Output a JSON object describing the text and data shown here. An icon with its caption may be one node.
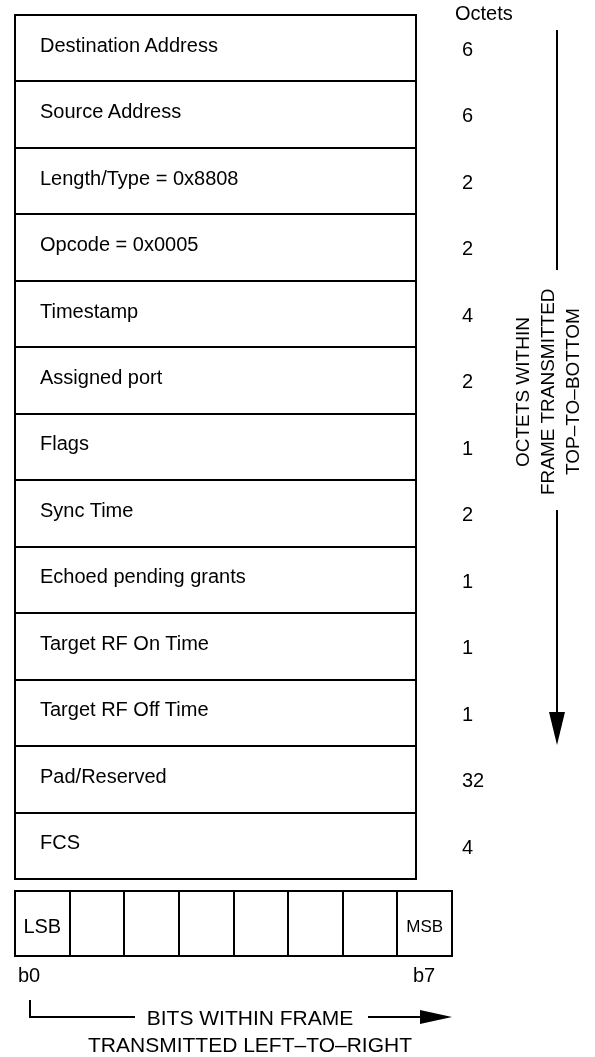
{
  "diagram": {
    "nodes": [
      {
        "text": [
          "Destination Address"
        ],
        "beside": [
          "6"
        ]
      },
      {
        "text": [
          "Source Address"
        ],
        "beside": [
          "6"
        ]
      },
      {
        "text": [
          "Length/Type = 0x8808"
        ],
        "beside": [
          "2"
        ]
      },
      {
        "text": [
          "Opcode = 0x0005"
        ],
        "beside": [
          "2"
        ]
      },
      {
        "text": [
          "Timestamp"
        ],
        "beside": [
          "4"
        ]
      },
      {
        "text": [
          "Assigned port"
        ],
        "beside": [
          "2"
        ]
      },
      {
        "text": [
          "Flags"
        ],
        "beside": [
          "1"
        ]
      },
      {
        "text": [
          "Sync Time"
        ],
        "beside": [
          "2"
        ]
      },
      {
        "text": [
          "Echoed pending grants"
        ],
        "beside": [
          "1"
        ]
      },
      {
        "text": [
          "Target RF On Time"
        ],
        "beside": [
          "1"
        ]
      },
      {
        "text": [
          "Target RF Off Time"
        ],
        "beside": [
          "1"
        ]
      },
      {
        "text": [
          "Pad/Reserved"
        ],
        "beside": [
          "32"
        ]
      },
      {
        "text": [
          "FCS"
        ],
        "beside": [
          "4"
        ]
      },
      {
        "text": [
          "LSB"
        ]
      },
      {
        "text": [],
        "shape": "box"
      },
      {
        "text": [],
        "shape": "box"
      },
      {
        "text": [],
        "shape": "box"
      },
      {
        "text": [],
        "shape": "box"
      },
      {
        "text": [],
        "shape": "box"
      },
      {
        "text": [],
        "shape": "box"
      },
      {
        "text": [
          "MSB"
        ]
      }
    ],
    "edges": [],
    "labels": [
      "Octets",
      "OCTETS WITHIN FRAME TRANSMITTED TOP–TO–BOTTOM",
      "b0",
      "b7",
      "BITS WITHIN FRAME TRANSMITTED LEFT–TO–RIGHT"
    ]
  }
}
